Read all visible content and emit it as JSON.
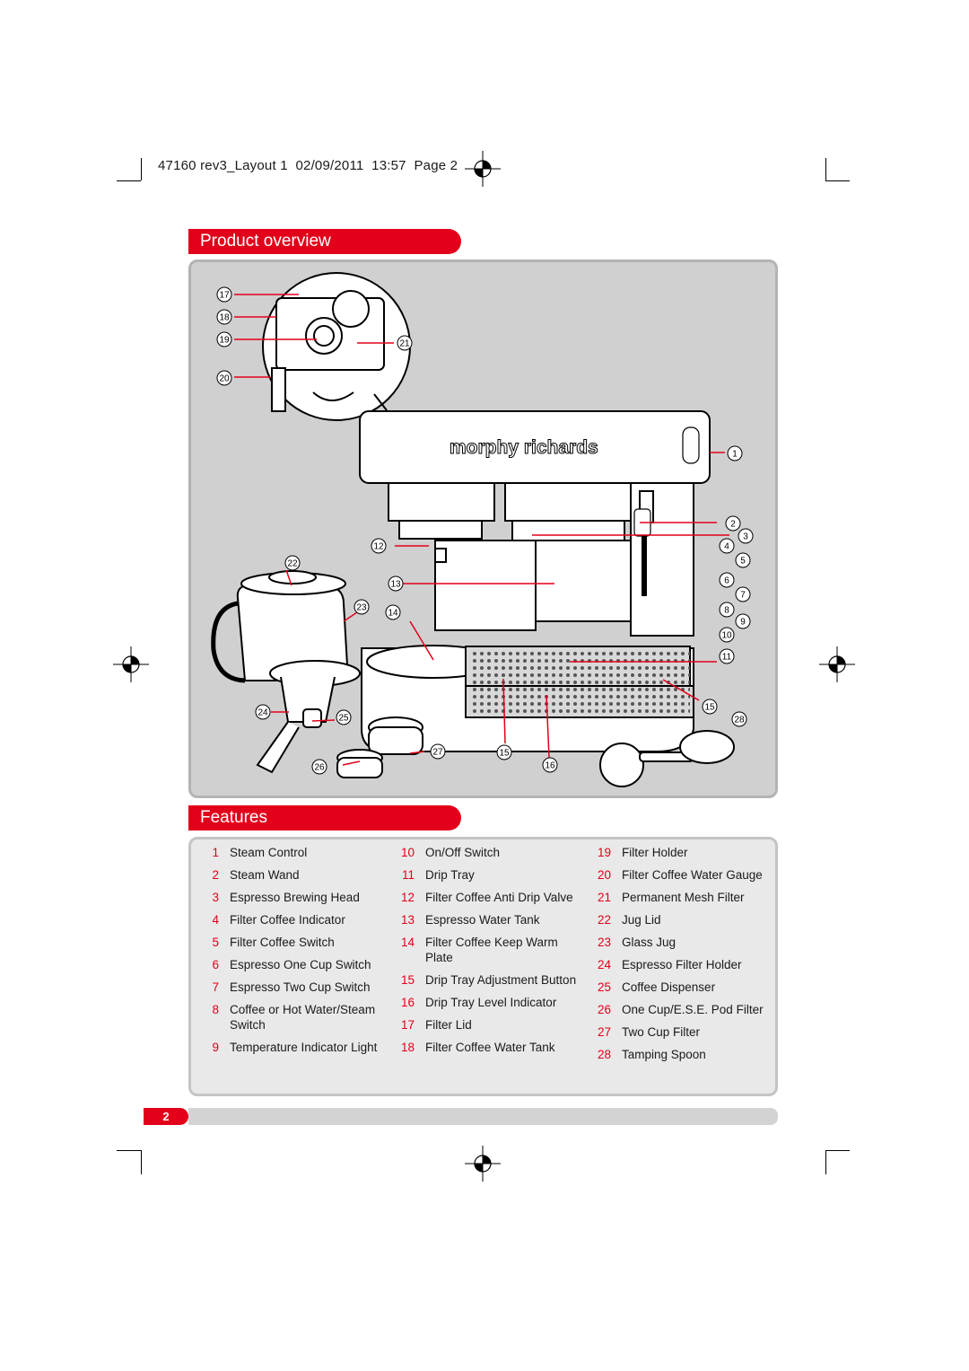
{
  "slug": "47160 rev3_Layout 1  02/09/2011  13:57  Page 2",
  "sections": {
    "overview_title": "Product overview",
    "features_title": "Features"
  },
  "diagram": {
    "brand": "morphy richards",
    "callouts": [
      "1",
      "2",
      "3",
      "4",
      "5",
      "6",
      "7",
      "8",
      "9",
      "10",
      "11",
      "12",
      "13",
      "14",
      "15",
      "16",
      "17",
      "18",
      "19",
      "20",
      "21",
      "22",
      "23",
      "24",
      "25",
      "26",
      "27",
      "28",
      "15"
    ]
  },
  "features": [
    {
      "num": "1",
      "text": "Steam Control"
    },
    {
      "num": "2",
      "text": "Steam Wand"
    },
    {
      "num": "3",
      "text": "Espresso Brewing Head"
    },
    {
      "num": "4",
      "text": "Filter Coffee Indicator"
    },
    {
      "num": "5",
      "text": "Filter Coffee Switch"
    },
    {
      "num": "6",
      "text": "Espresso One Cup Switch"
    },
    {
      "num": "7",
      "text": "Espresso Two Cup Switch"
    },
    {
      "num": "8",
      "text": "Coffee or Hot Water/Steam Switch"
    },
    {
      "num": "9",
      "text": "Temperature Indicator Light"
    },
    {
      "num": "10",
      "text": "On/Off Switch"
    },
    {
      "num": "11",
      "text": "Drip Tray"
    },
    {
      "num": "12",
      "text": "Filter Coffee Anti Drip Valve"
    },
    {
      "num": "13",
      "text": "Espresso Water Tank"
    },
    {
      "num": "14",
      "text": "Filter Coffee Keep Warm Plate"
    },
    {
      "num": "15",
      "text": "Drip Tray Adjustment Button"
    },
    {
      "num": "16",
      "text": "Drip Tray Level Indicator"
    },
    {
      "num": "17",
      "text": "Filter Lid"
    },
    {
      "num": "18",
      "text": "Filter Coffee Water Tank"
    },
    {
      "num": "19",
      "text": "Filter Holder"
    },
    {
      "num": "20",
      "text": "Filter Coffee Water Gauge"
    },
    {
      "num": "21",
      "text": "Permanent Mesh Filter"
    },
    {
      "num": "22",
      "text": "Jug Lid"
    },
    {
      "num": "23",
      "text": "Glass Jug"
    },
    {
      "num": "24",
      "text": "Espresso Filter Holder"
    },
    {
      "num": "25",
      "text": "Coffee Dispenser"
    },
    {
      "num": "26",
      "text": "One Cup/E.S.E. Pod Filter"
    },
    {
      "num": "27",
      "text": "Two Cup Filter"
    },
    {
      "num": "28",
      "text": "Tamping Spoon"
    }
  ],
  "page_number": "2",
  "colors": {
    "accent": "#e2001a",
    "panel": "#d0d0d0"
  }
}
